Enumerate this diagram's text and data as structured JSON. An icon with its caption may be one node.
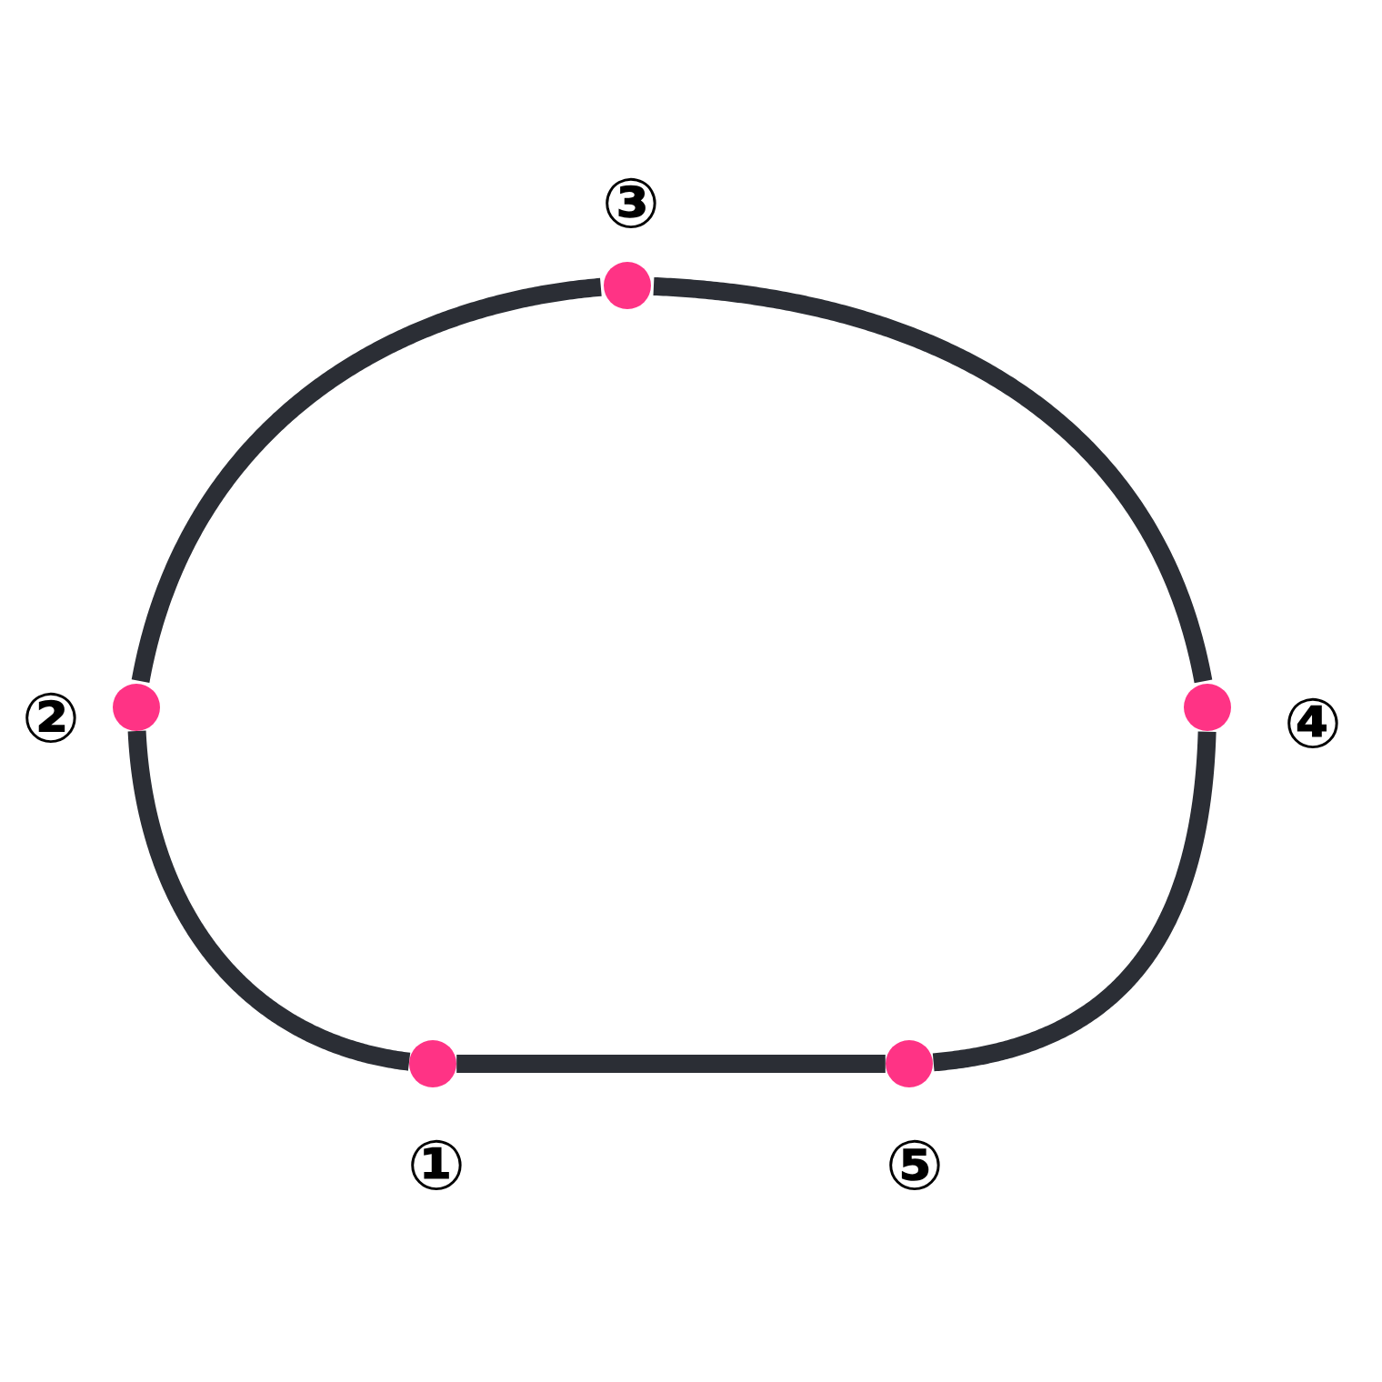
{
  "diagram": {
    "nodes": [
      {
        "text": [],
        "shape": "circle",
        "beside": [
          "①"
        ]
      },
      {
        "text": [],
        "shape": "circle",
        "beside": [
          "②"
        ]
      },
      {
        "text": [],
        "shape": "circle",
        "beside": [
          "③"
        ]
      },
      {
        "text": [],
        "shape": "circle",
        "beside": [
          "④"
        ]
      },
      {
        "text": [],
        "shape": "circle",
        "beside": [
          "⑤"
        ]
      }
    ],
    "edges": [
      {
        "from": 0,
        "to": 1,
        "arrow": "none"
      },
      {
        "from": 1,
        "to": 2,
        "arrow": "none"
      },
      {
        "from": 2,
        "to": 3,
        "arrow": "none"
      },
      {
        "from": 3,
        "to": 4,
        "arrow": "none"
      },
      {
        "from": 4,
        "to": 0,
        "arrow": "none"
      }
    ]
  }
}
